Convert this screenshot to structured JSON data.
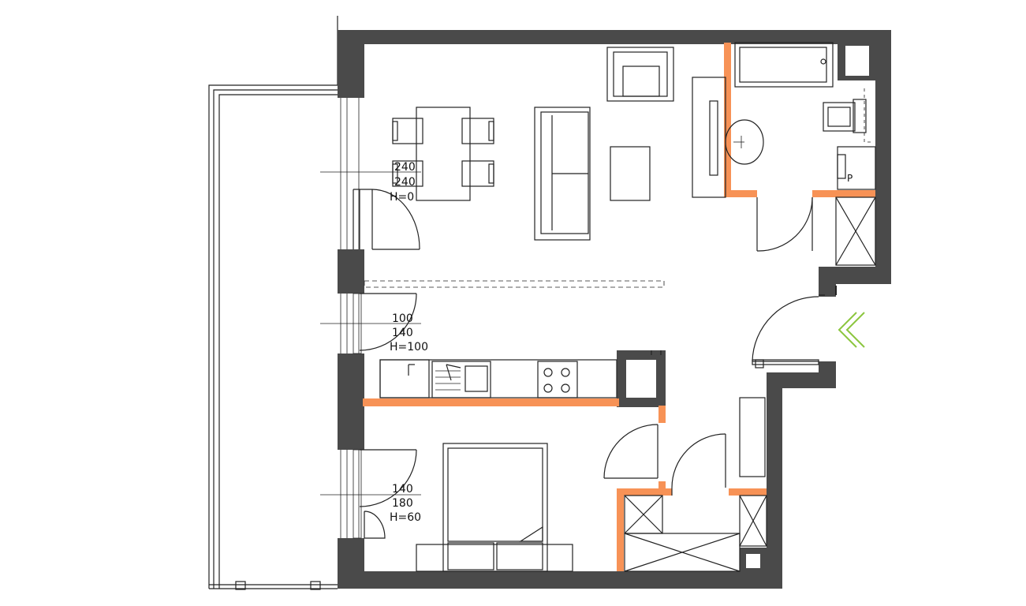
{
  "plan": {
    "colors": {
      "wall": "#4a4a4a",
      "partition": "#f79256",
      "entrance_arrow": "#8cc63f",
      "line": "#222222"
    },
    "openings": [
      {
        "id": "balcony-door",
        "lines": [
          "240",
          "240",
          "H=0"
        ]
      },
      {
        "id": "kitchen-window",
        "lines": [
          "100",
          "140",
          "H=100"
        ]
      },
      {
        "id": "bedroom-window",
        "lines": [
          "140",
          "180",
          "H=60"
        ]
      }
    ],
    "icons": [
      "entrance-chevron-icon"
    ]
  }
}
